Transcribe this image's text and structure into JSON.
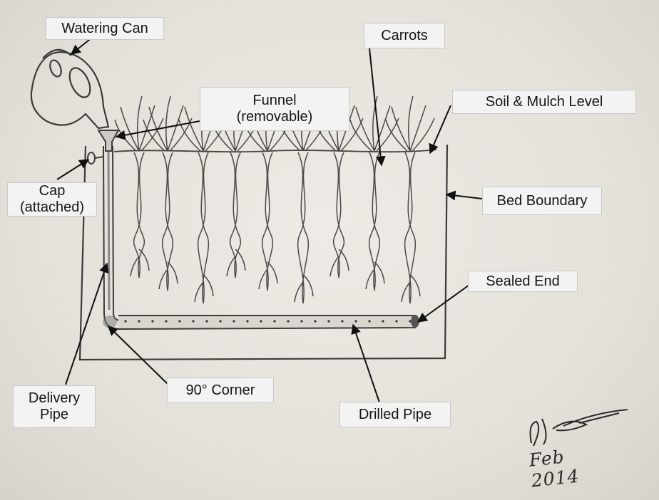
{
  "labels": {
    "watering_can": "Watering Can",
    "carrots": "Carrots",
    "funnel": [
      "Funnel",
      "(removable)"
    ],
    "soil_mulch_level": "Soil & Mulch Level",
    "cap": [
      "Cap",
      "(attached)"
    ],
    "bed_boundary": "Bed Boundary",
    "sealed_end": "Sealed End",
    "delivery_pipe": [
      "Delivery",
      "Pipe"
    ],
    "corner": "90° Corner",
    "drilled_pipe": "Drilled Pipe"
  },
  "signature": {
    "date": "Feb 2014"
  },
  "colors": {
    "paper": "#e6e2dc",
    "pencil": "#3a3a3a",
    "label_bg": "#f3f3f3",
    "arrow": "#111111"
  }
}
